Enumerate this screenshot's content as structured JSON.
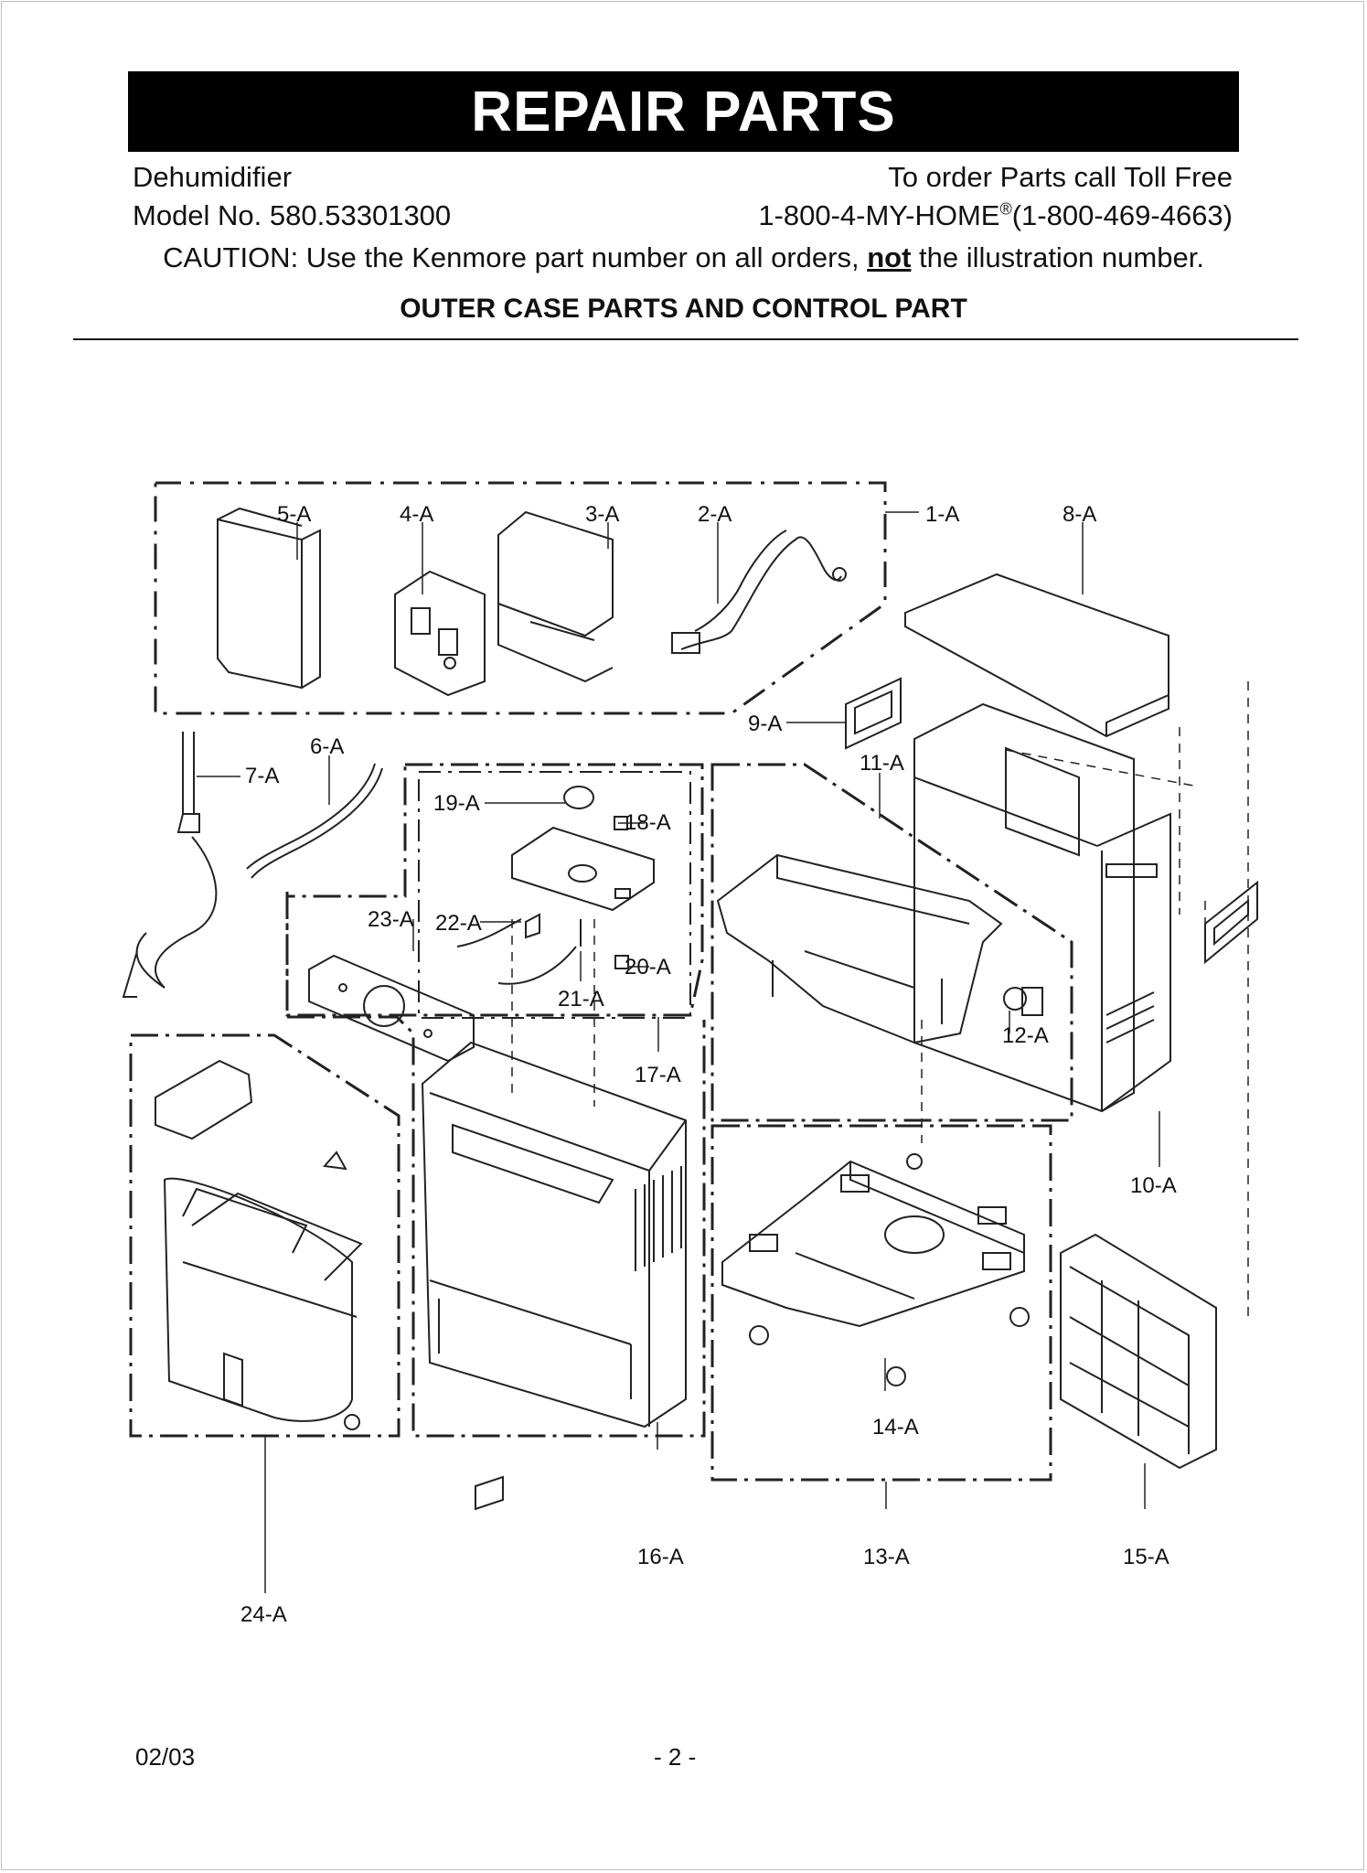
{
  "header": {
    "title": "REPAIR PARTS",
    "product": "Dehumidifier",
    "order_text": "To order Parts call Toll Free",
    "model": "Model No. 580.53301300",
    "phone_prefix": "1-800-4-MY-HOME",
    "phone_reg": "®",
    "phone_suffix": "(1-800-469-4663)"
  },
  "caution": {
    "before": "CAUTION: Use the Kenmore part number on all orders, ",
    "emphasis": "not",
    "after": " the illustration number."
  },
  "section_title": "OUTER CASE PARTS AND CONTROL PART",
  "parts": {
    "p1": "1-A",
    "p2": "2-A",
    "p3": "3-A",
    "p4": "4-A",
    "p5": "5-A",
    "p6": "6-A",
    "p7": "7-A",
    "p8": "8-A",
    "p9": "9-A",
    "p10": "10-A",
    "p11": "11-A",
    "p12": "12-A",
    "p13": "13-A",
    "p14": "14-A",
    "p15": "15-A",
    "p16": "16-A",
    "p17": "17-A",
    "p18": "18-A",
    "p19": "19-A",
    "p20": "20-A",
    "p21": "21-A",
    "p22": "22-A",
    "p23": "23-A",
    "p24": "24-A"
  },
  "footer": {
    "date": "02/03",
    "page": "- 2 -"
  }
}
